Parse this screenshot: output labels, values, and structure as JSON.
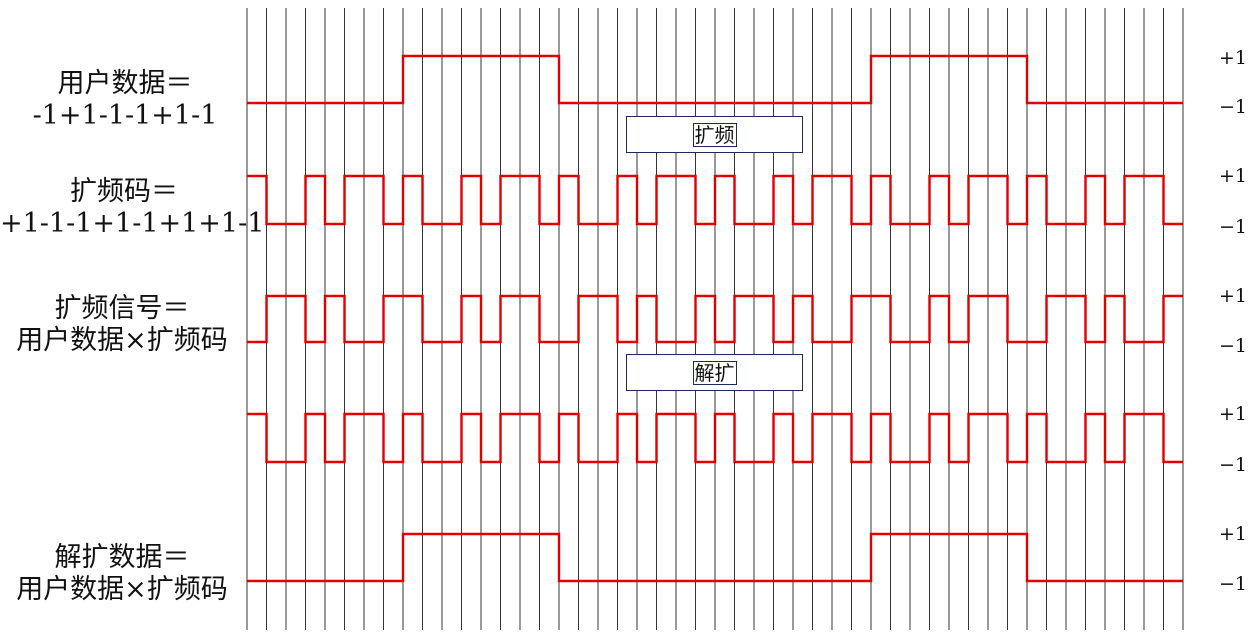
{
  "rows": [
    {
      "label_lines": [
        "用户数据＝",
        "-1+1-1-1+1-1"
      ],
      "bits_per_symbol": 8,
      "symbols": [
        -1,
        1,
        -1,
        -1,
        1,
        -1
      ]
    },
    {
      "label_lines": [
        "扩频码＝",
        "+1-1-1+1-1+1+1-1"
      ],
      "pattern": [
        1,
        -1,
        -1,
        1,
        -1,
        1,
        1,
        -1
      ]
    },
    {
      "label_lines": [
        "扩频信号＝",
        "用户数据×扩频码"
      ],
      "signal": "product"
    },
    {
      "label_lines": [],
      "signal": "code"
    },
    {
      "label_lines": [
        "解扩数据＝",
        "用户数据×扩频码"
      ],
      "signal": "data"
    }
  ],
  "level_labels": {
    "plus": "+1",
    "minus": "−1"
  },
  "operations": {
    "spread": "扩频",
    "despread": "解扩"
  },
  "colors": {
    "waveform": "#e00000",
    "grid": "#000000",
    "box_border": "#1f2a5a"
  },
  "chips_per_bit": 8,
  "total_chips": 48
}
